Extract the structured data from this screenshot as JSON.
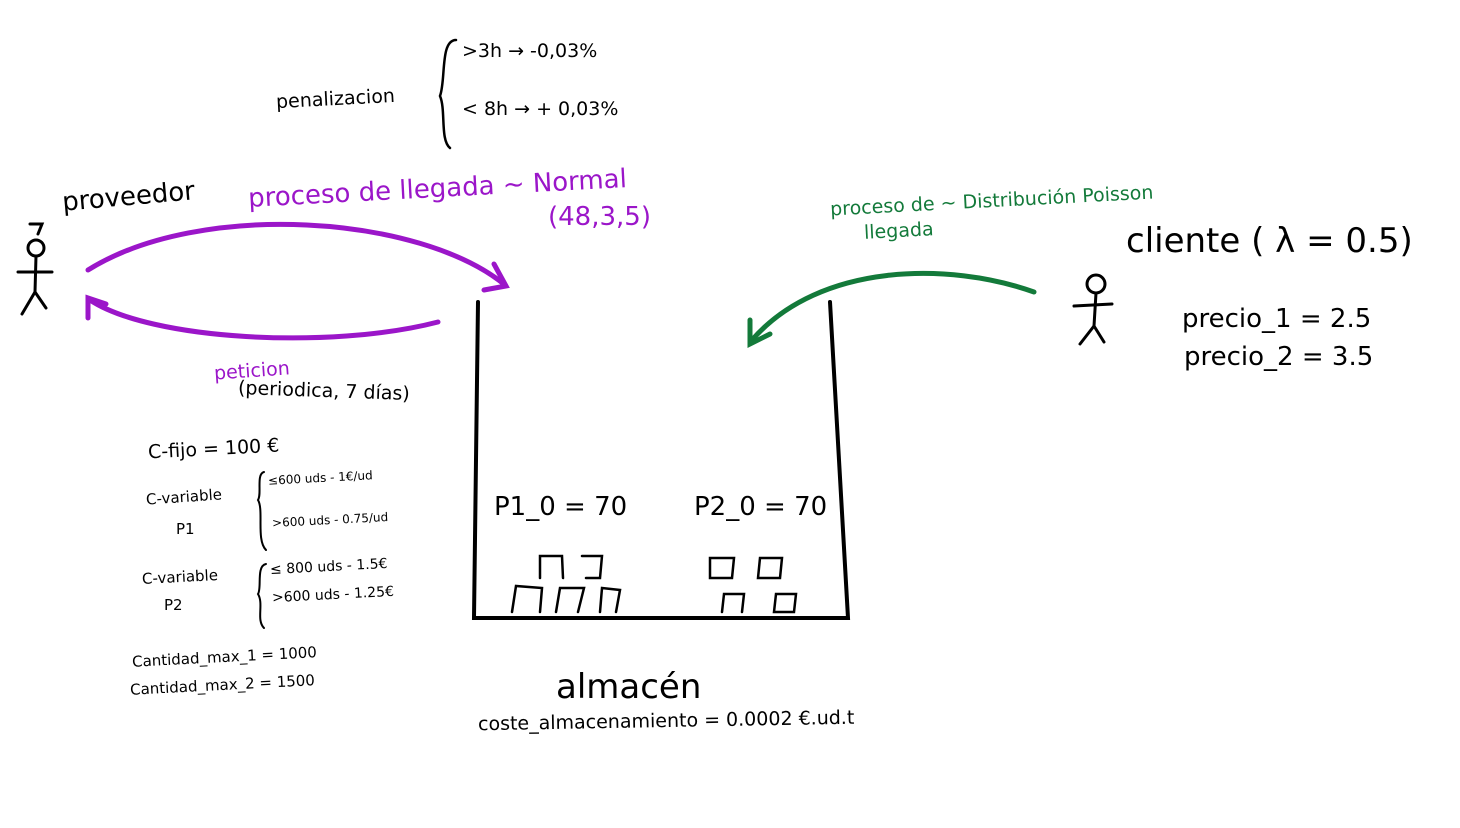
{
  "penalty": {
    "label": "penalizacion",
    "rule_1": ">3h → -0,03%",
    "rule_2": "< 8h → + 0,03%"
  },
  "supplier": {
    "label": "proveedor",
    "arrival_process": "proceso de llegada ~ Normal",
    "arrival_params": "(48,3,5)",
    "order_label": "peticion",
    "order_detail": "(periodica, 7 días)"
  },
  "costs": {
    "fixed": "C-fijo = 100 €",
    "variable_p1_label": "C-variable",
    "variable_p1_product": "P1",
    "variable_p1_rule_1": "≤600 uds - 1€/ud",
    "variable_p1_rule_2": ">600 uds - 0.75/ud",
    "variable_p2_label": "C-variable",
    "variable_p2_product": "P2",
    "variable_p2_rule_1": "≤ 800 uds - 1.5€",
    "variable_p2_rule_2": ">600 uds - 1.25€",
    "max_qty_1": "Cantidad_max_1 = 1000",
    "max_qty_2": "Cantidad_max_2 = 1500"
  },
  "warehouse": {
    "label": "almacén",
    "storage_cost": "coste_almacenamiento = 0.0002 €.ud.t",
    "p1_initial": "P1_0 = 70",
    "p2_initial": "P2_0 = 70"
  },
  "customer": {
    "label": "cliente ( λ = 0.5)",
    "arrival_process_line1": "proceso de ~ Distribución Poisson",
    "arrival_process_line2": "llegada",
    "price_1": "precio_1 = 2.5",
    "price_2": "precio_2 = 3.5"
  },
  "colors": {
    "supplier_arrows": "#9b16c9",
    "customer_arrow": "#137a3a",
    "ink": "#000000"
  }
}
